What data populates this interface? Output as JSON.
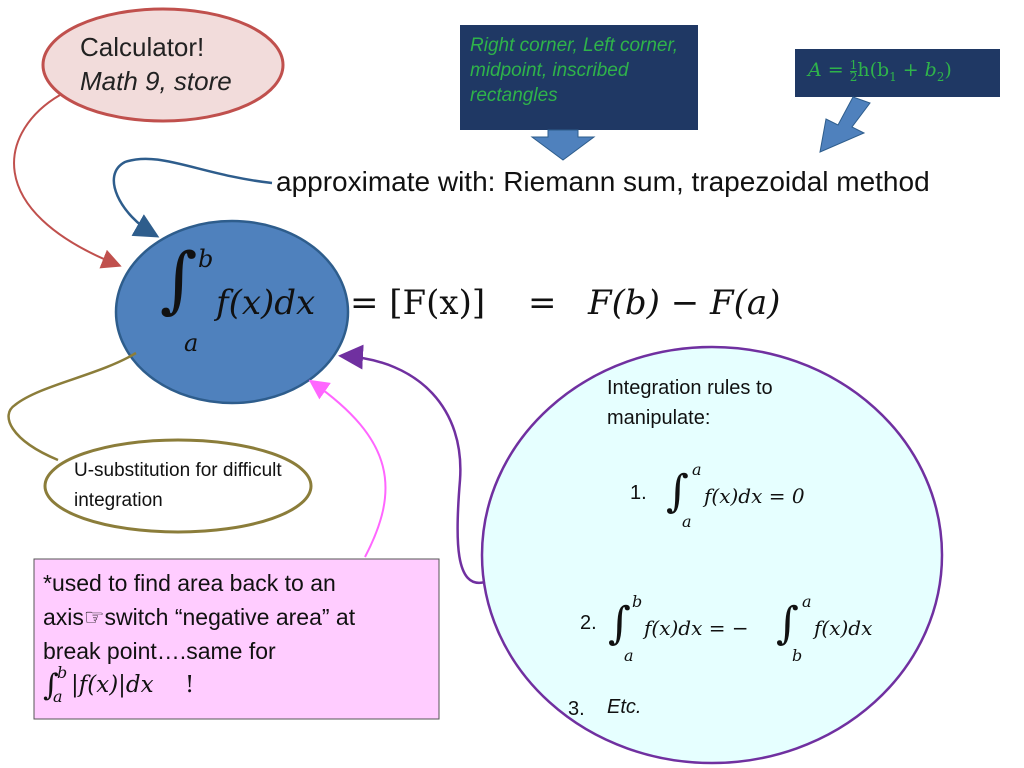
{
  "calculator_note": {
    "line1": "Calculator!",
    "line2": "Math 9,  store"
  },
  "approx_note": {
    "methods": "Right corner, Left corner, midpoint, inscribed rectangles"
  },
  "trapezoid_note": {
    "lhs": "A =",
    "frac_num": "1",
    "frac_den": "2",
    "rest": "h(b",
    "sub1": "1",
    "plus": " + b",
    "sub2": "2",
    "close": ")"
  },
  "approximate_text": "approximate with:  Riemann sum, trapezoidal method",
  "main_equation": {
    "upper": "b",
    "lower": "a",
    "integrand": "f(x)dx",
    "eq1": "= [F(x)]",
    "eq2": "=",
    "rhs": "F(b) − F(a)"
  },
  "usub_note": {
    "text": "U-substitution for difficult integration"
  },
  "area_note": {
    "line1": "*used to find area back to an",
    "line2_a": "axis",
    "line2_icon": "☞",
    "line2_b": "switch “negative area” at",
    "line3": "break point….same for",
    "formula_upper": "b",
    "formula_lower": "a",
    "formula_body": "|f(x)|dx",
    "formula_end": "!"
  },
  "rules": {
    "title": "Integration rules to manipulate:",
    "rule1_num": "1.",
    "rule1_upper": "a",
    "rule1_lower": "a",
    "rule1_body": "f(x)dx = 0",
    "rule2_num": "2.",
    "rule2_upper": "b",
    "rule2_lower": "a",
    "rule2_body": "f(x)dx = −",
    "rule2_upper2": "a",
    "rule2_lower2": "b",
    "rule2_body2": "f(x)dx",
    "rule3_num": "3.",
    "rule3_text": "Etc."
  },
  "colors": {
    "blue_ellipse": "#4f81bd",
    "navy_box": "#1f3864",
    "green_text": "#2fb34a",
    "red_ellipse": "#c0504d",
    "pink_box": "#ffccff",
    "cyan_ellipse": "#e6ffff",
    "purple": "#7030a0"
  }
}
